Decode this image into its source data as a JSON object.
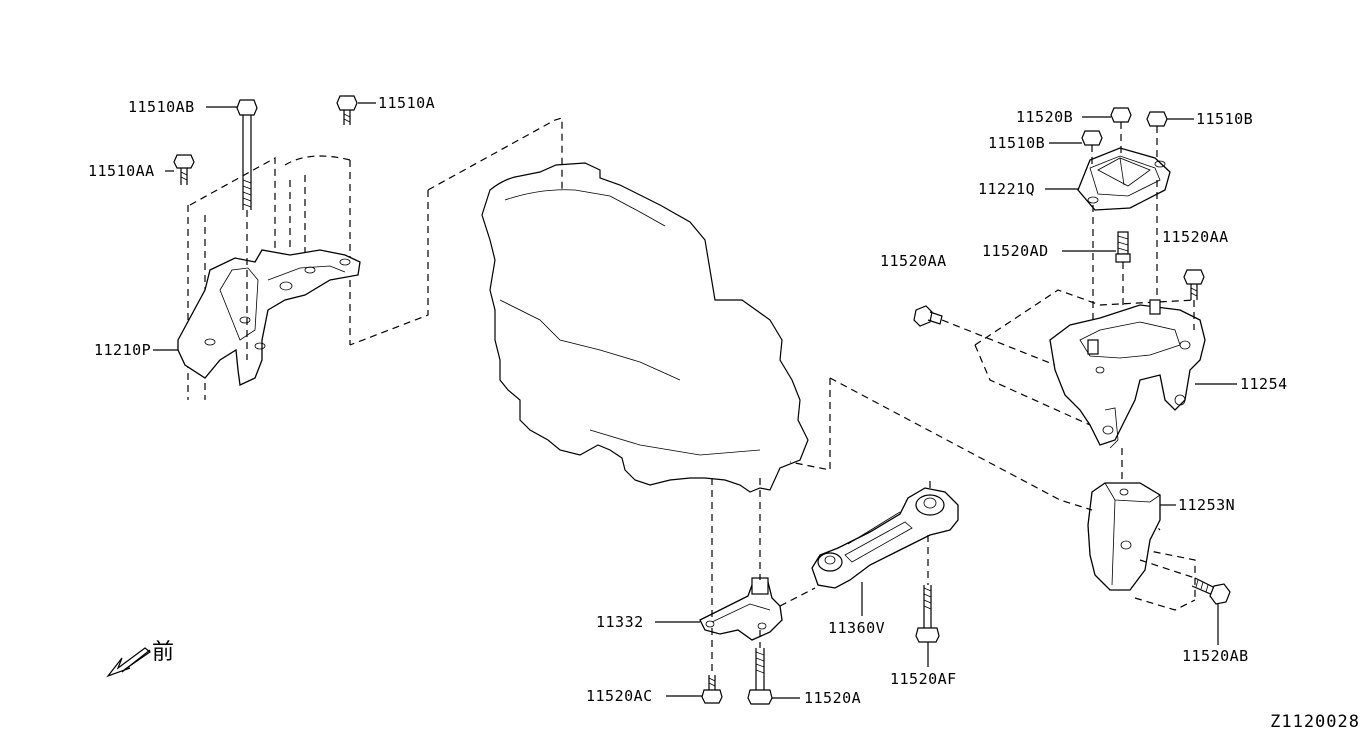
{
  "callouts": {
    "p11510AB": "11510AB",
    "p11510A": "11510A",
    "p11510AA": "11510AA",
    "p11210P": "11210P",
    "p11520B": "11520B",
    "p11510B_left": "11510B",
    "p11510B_right": "11510B",
    "p11221Q": "11221Q",
    "p11520AD": "11520AD",
    "p11520AA_left": "11520AA",
    "p11520AA_right": "11520AA",
    "p11254": "11254",
    "p11253N": "11253N",
    "p11520AB": "11520AB",
    "p11332": "11332",
    "p11360V": "11360V",
    "p11520AF": "11520AF",
    "p11520AC": "11520AC",
    "p11520A": "11520A"
  },
  "front_label": "前",
  "diagram_id": "Z1120028"
}
